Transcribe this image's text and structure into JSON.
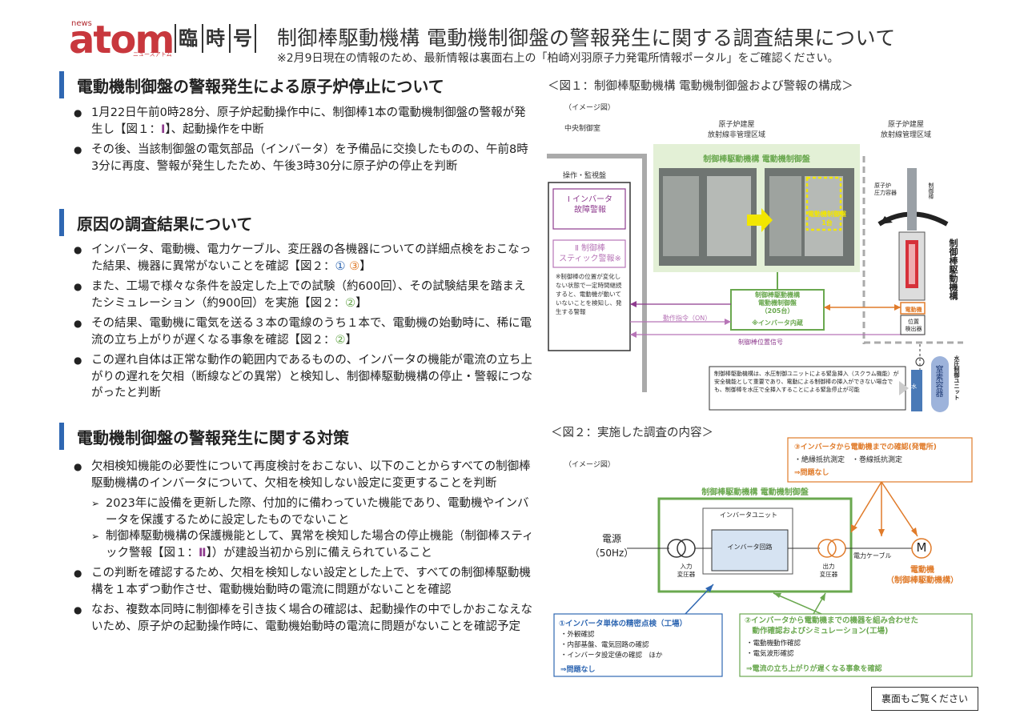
{
  "header": {
    "logo_news": "news",
    "logo_text": "atom",
    "logo_sub": "ニュースアトム",
    "rinji": [
      "臨",
      "時",
      "号"
    ],
    "title": "制御棒駆動機構 電動機制御盤の警報発生に関する調査結果について",
    "subtitle": "※2月9日現在の情報のため、最新情報は裏面右上の「柏崎刈羽原子力発電所情報ポータル」をご確認ください。"
  },
  "sections": [
    {
      "heading": "電動機制御盤の警報発生による原子炉停止について",
      "bullets": [
        {
          "parts": [
            "1月22日午前0時28分、原子炉起動操作中に、制御棒1本の電動機制御盤の警報が発生し【図１：",
            "Ⅰ",
            "】、起動操作を中断"
          ]
        },
        {
          "parts": [
            "その後、当該制御盤の電気部品（インバータ）を予備品に交換したものの、午前8時3分に再度、警報が発生したため、午後3時30分に原子炉の停止を判断"
          ]
        }
      ]
    },
    {
      "heading": "原因の調査結果について",
      "bullets": [
        {
          "parts": [
            "インバータ、電動機、電力ケーブル、変圧器の各機器についての詳細点検をおこなった結果、機器に異常がないことを確認【図２：",
            "①",
            " ",
            "③",
            "】"
          ]
        },
        {
          "parts": [
            "また、工場で様々な条件を設定した上での試験（約600回）、その試験結果を踏まえたシミュレーション（約900回）を実施【図２：",
            "②",
            "】"
          ]
        },
        {
          "parts": [
            "その結果、電動機に電気を送る３本の電線のうち１本で、電動機の始動時に、稀に電流の立ち上がりが遅くなる事象を確認【図２：",
            "②",
            "】"
          ]
        },
        {
          "parts": [
            "この遅れ自体は正常な動作の範囲内であるものの、インバータの機能が電流の立ち上がりの遅れを欠相（断線などの異常）と検知し、制御棒駆動機構の停止・警報につながったと判断"
          ]
        }
      ]
    },
    {
      "heading": "電動機制御盤の警報発生に関する対策",
      "bullets": [
        {
          "parts": [
            "欠相検知機能の必要性について再度検討をおこない、以下のことからすべての制御棒駆動機構のインバータについて、欠相を検知しない設定に変更することを判断"
          ]
        },
        {
          "parts": [
            "この判断を確認するため、欠相を検知しない設定とした上で、すべての制御棒駆動機構を１本ずつ動作させ、電動機始動時の電流に問題がないことを確認"
          ]
        },
        {
          "parts": [
            "なお、複数本同時に制御棒を引き抜く場合の確認は、起動操作の中でしかおこなえないため、原子炉の起動操作時に、電動機始動時の電流に問題がないことを確認予定"
          ]
        }
      ],
      "subs": [
        {
          "parts": [
            "2023年に設備を更新した際、付加的に備わっていた機能であり、電動機やインバータを保護するために設定したものでないこと"
          ]
        },
        {
          "parts": [
            "制御棒駆動機構の保護機能として、異常を検知した場合の停止機能（制御棒スティック警報【図１：",
            "Ⅱ",
            "】）が建設当初から別に備えられていること"
          ]
        }
      ]
    }
  ],
  "fig1": {
    "caption": "＜図１：制御棒駆動機構 電動機制御盤および警報の構成＞",
    "image_note": "（イメージ図）",
    "area_central": "中央制御室",
    "area_noncontrol": "原子炉建屋\n放射線非管理区域",
    "area_control": "原子炉建屋\n放射線管理区域",
    "panel_title": "制御棒駆動機構 電動機制御盤",
    "photo_label": "電動機制御盤\n1台",
    "console_title": "操作・監視盤",
    "alarm1": "Ⅰ インバータ\n故障警報",
    "alarm2": "Ⅱ 制御棒\nスティック警報※",
    "alarm2_note": "※制御棒の位置が変化しない状態で一定時間継続すると、電動機が動いていないことを検知し、発生する警報",
    "cabinet": "制御棒駆動機構\n電動機制御盤\n（205台）",
    "cabinet_note": "※インバータ内蔵",
    "cmd_signal": "動作指令（ON）",
    "pos_signal": "制御棒位置信号",
    "vessel": "原子炉\n圧力容器",
    "rod": "制御棒",
    "mechanism": "制御棒駆動機構",
    "motor": "電動機",
    "detector": "位置\n検出器",
    "hydraulic": "水圧制御ユニット",
    "n2": "窒素容器",
    "water": "水",
    "scram_note": "制御棒駆動機構は、水圧制御ユニットによる緊急挿入（スクラム機能）が安全機能として重要であり、電動による制御棒の挿入ができない場合でも、制御棒を水圧で全挿入することによる緊急停止が可能"
  },
  "fig2": {
    "caption": "＜図２：実施した調査の内容＞",
    "image_note": "（イメージ図）",
    "panel_title": "制御棒駆動機構 電動機制御盤",
    "inverter_unit": "インバータユニット",
    "inverter_circuit": "インバータ回路",
    "power": "電源\n（50Hz）",
    "in_tr": "入力\n変圧器",
    "out_tr": "出力\n変圧器",
    "cable": "電力ケーブル",
    "motor_symbol": "M",
    "motor_label": "電動機\n（制御棒駆動機構）",
    "box3_title": "③インバータから電動機までの確認(発電所)",
    "box3_items": [
      "・絶縁抵抗測定　・巻線抵抗測定"
    ],
    "box3_result": "⇒問題なし",
    "box1_title": "①インバータ単体の精密点検（工場）",
    "box1_items": [
      "・外観確認",
      "・内部基盤、電気回路の確認",
      "・インバータ設定値の確認　ほか"
    ],
    "box1_result": "⇒問題なし",
    "box2_title": "②インバータから電動機までの機器を組み合わせた\n　動作確認およびシミュレーション(工場)",
    "box2_items": [
      "・電動機動作確認",
      "・電気波形確認"
    ],
    "box2_result": "⇒電流の立ち上がりが遅くなる事象を確認"
  },
  "footer": {
    "back_label": "裏面もご覧ください"
  }
}
